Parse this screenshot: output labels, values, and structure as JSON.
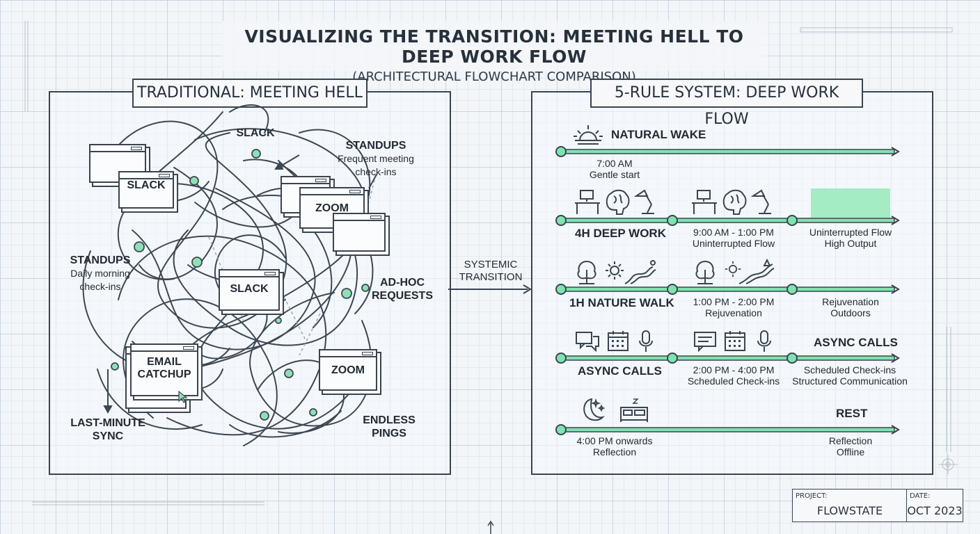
{
  "header": {
    "title": "VISUALIZING THE TRANSITION: MEETING HELL TO DEEP WORK FLOW",
    "subtitle": "(ARCHITECTURAL FLOWCHART COMPARISON)"
  },
  "left_panel": {
    "title": "TRADITIONAL: MEETING HELL",
    "windows": [
      "SLACK",
      "ZOOM",
      "SLACK",
      "EMAIL CATCHUP",
      "ZOOM"
    ],
    "labels": {
      "slack": "SLACK",
      "standups_top": "STANDUPS",
      "standups_top_sub": "Frequent meeting check-ins",
      "standups_left": "STANDUPS",
      "standups_left_sub": "Daily morning check-ins",
      "adhoc": "AD-HOC REQUESTS",
      "last_minute": "LAST-MINUTE SYNC",
      "endless": "ENDLESS PINGS"
    }
  },
  "transition": {
    "label": "SYSTEMIC TRANSITION"
  },
  "right_panel": {
    "title": "5-RULE SYSTEM: DEEP WORK FLOW",
    "rows": [
      {
        "name": "NATURAL WAKE",
        "time": "7:00 AM",
        "note": "Gentle start"
      },
      {
        "name": "4H DEEP WORK",
        "time": "9:00 AM - 1:00 PM",
        "note": "Uninterrupted Flow",
        "end_line1": "Uninterrupted Flow",
        "end_line2": "High Output"
      },
      {
        "name": "1H NATURE WALK",
        "time": "1:00 PM - 2:00 PM",
        "note": "Rejuvenation",
        "end_line1": "Rejuvenation",
        "end_line2": "Outdoors"
      },
      {
        "name": "ASYNC CALLS",
        "name2": "ASYNC CALLS",
        "time": "2:00 PM - 4:00 PM",
        "note": "Scheduled Check-ins",
        "end_line1": "Scheduled Check-ins",
        "end_line2": "Structured Communication"
      },
      {
        "name": "REST",
        "time": "4:00 PM onwards",
        "note": "Reflection",
        "end_line1": "Reflection",
        "end_line2": "Offline"
      }
    ]
  },
  "title_block": {
    "project_key": "PROJECT:",
    "project_value": "FLOWSTATE",
    "date_key": "DATE:",
    "date_value": "OCT 2023"
  },
  "colors": {
    "accent": "#7fe3b0",
    "accent_dark": "#2f9f6e",
    "ink": "#3a4450"
  }
}
